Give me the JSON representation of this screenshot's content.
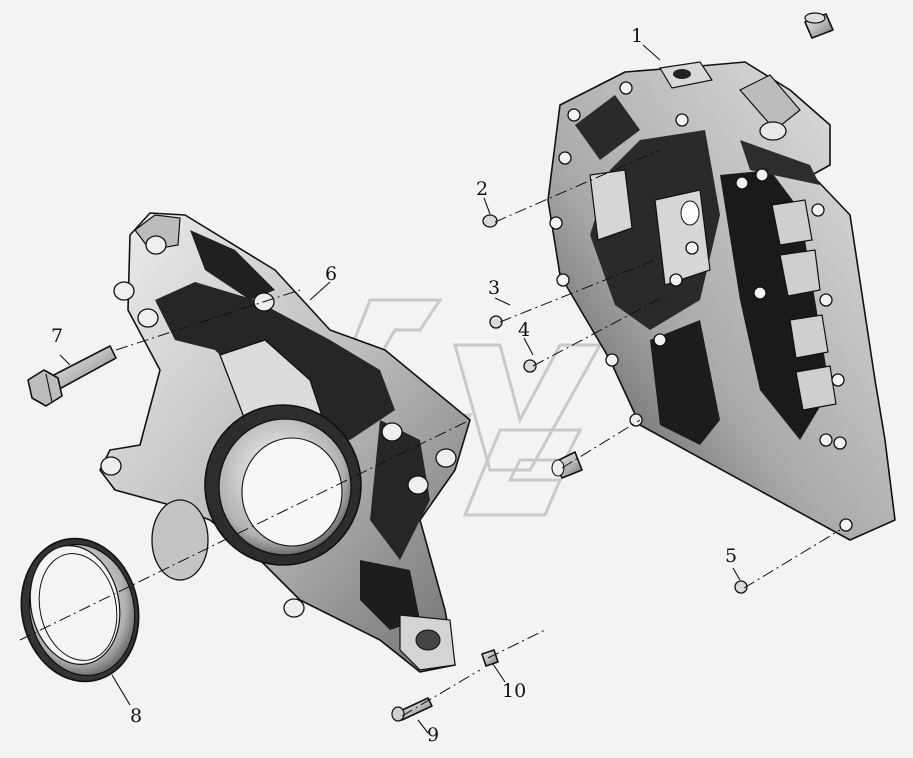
{
  "diagram": {
    "callouts": [
      {
        "id": "1",
        "label": "1"
      },
      {
        "id": "2",
        "label": "2"
      },
      {
        "id": "3",
        "label": "3"
      },
      {
        "id": "4",
        "label": "4"
      },
      {
        "id": "5",
        "label": "5"
      },
      {
        "id": "6",
        "label": "6"
      },
      {
        "id": "7",
        "label": "7"
      },
      {
        "id": "8",
        "label": "8"
      },
      {
        "id": "9",
        "label": "9"
      },
      {
        "id": "10",
        "label": "10"
      }
    ],
    "colors": {
      "background": "#f3f3f3",
      "part_light": "#d8d8d8",
      "part_mid": "#9a9a9a",
      "part_dark": "#2a2a2a",
      "watermark": "#c9c9c9"
    }
  }
}
